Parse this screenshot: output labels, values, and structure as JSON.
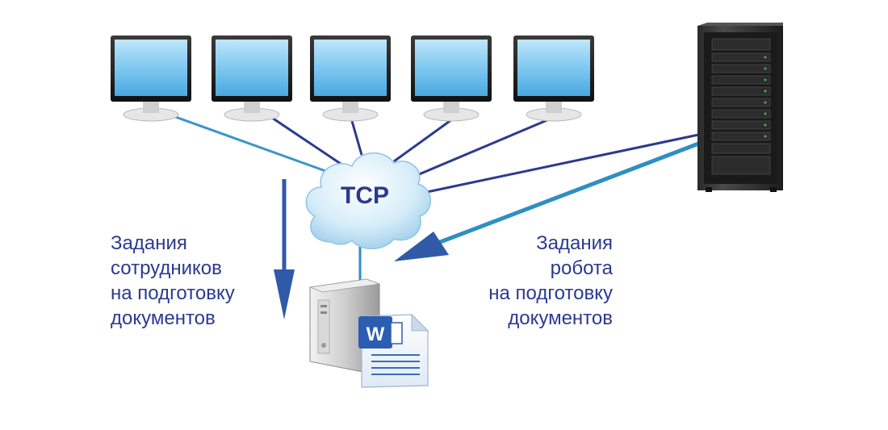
{
  "diagram": {
    "cloud_label": "TCP",
    "left_caption": [
      "Задания",
      "сотрудников",
      "на подготовку",
      "документов"
    ],
    "right_caption": [
      "Задания",
      "робота",
      "на подготовку",
      "документов"
    ],
    "nodes": {
      "workstations": [
        "monitor",
        "monitor",
        "monitor",
        "monitor",
        "monitor"
      ],
      "server": "rack-server",
      "target": "document-server-with-word-file"
    },
    "colors": {
      "text": "#2a3a8f",
      "line_dark": "#2b3a8f",
      "line_light": "#2e8fc4",
      "screen": "#7fc8f0",
      "cloud": "#cfe8f7"
    }
  }
}
